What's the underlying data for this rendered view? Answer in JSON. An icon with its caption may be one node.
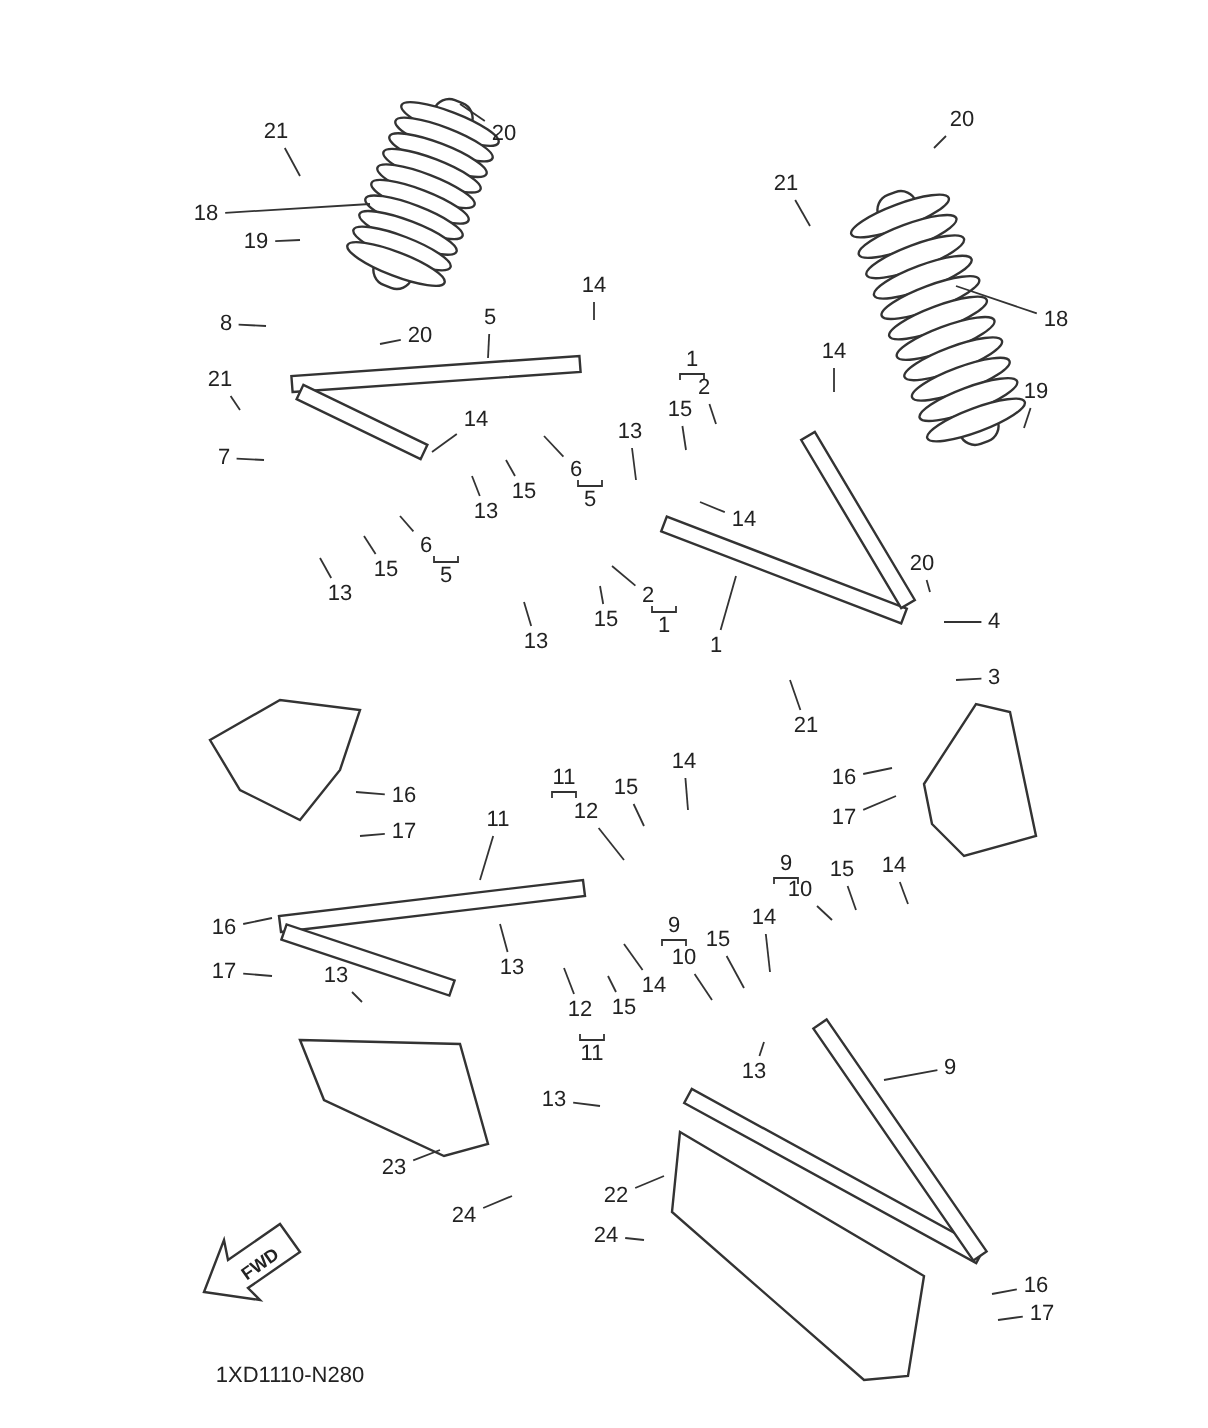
{
  "diagram": {
    "nodes": [
      {
        "text": [
          "21"
        ]
      },
      {
        "text": [
          "20"
        ]
      },
      {
        "text": [
          "18"
        ]
      },
      {
        "text": [
          "19"
        ]
      },
      {
        "text": [
          "8"
        ]
      },
      {
        "text": [
          "20"
        ]
      },
      {
        "text": [
          "5"
        ]
      },
      {
        "text": [
          "14"
        ]
      },
      {
        "text": [
          "21"
        ]
      },
      {
        "text": [
          "14"
        ]
      },
      {
        "text": [
          "7"
        ]
      },
      {
        "text": [
          "6"
        ]
      },
      {
        "text": [
          "13"
        ]
      },
      {
        "text": [
          "15"
        ]
      },
      {
        "text": [
          "6"
        ]
      },
      {
        "text": [
          "13"
        ]
      },
      {
        "text": [
          "15"
        ]
      },
      {
        "text": [
          "20"
        ]
      },
      {
        "text": [
          "21"
        ]
      },
      {
        "text": [
          "18"
        ]
      },
      {
        "text": [
          "19"
        ]
      },
      {
        "text": [
          "14"
        ]
      },
      {
        "text": [
          "2"
        ]
      },
      {
        "text": [
          "15"
        ]
      },
      {
        "text": [
          "13"
        ]
      },
      {
        "text": [
          "14"
        ]
      },
      {
        "text": [
          "2"
        ]
      },
      {
        "text": [
          "15"
        ]
      },
      {
        "text": [
          "13"
        ]
      },
      {
        "text": [
          "1"
        ]
      },
      {
        "text": [
          "20"
        ]
      },
      {
        "text": [
          "4"
        ]
      },
      {
        "text": [
          "3"
        ]
      },
      {
        "text": [
          "21"
        ]
      },
      {
        "text": [
          "16"
        ]
      },
      {
        "text": [
          "17"
        ]
      },
      {
        "text": [
          "16"
        ]
      },
      {
        "text": [
          "17"
        ]
      },
      {
        "text": [
          "12"
        ]
      },
      {
        "text": [
          "15"
        ]
      },
      {
        "text": [
          "14"
        ]
      },
      {
        "text": [
          "11"
        ]
      },
      {
        "text": [
          "16"
        ]
      },
      {
        "text": [
          "17"
        ]
      },
      {
        "text": [
          "13"
        ]
      },
      {
        "text": [
          "13"
        ]
      },
      {
        "text": [
          "12"
        ]
      },
      {
        "text": [
          "15"
        ]
      },
      {
        "text": [
          "14"
        ]
      },
      {
        "text": [
          "10"
        ]
      },
      {
        "text": [
          "15"
        ]
      },
      {
        "text": [
          "14"
        ]
      },
      {
        "text": [
          "10"
        ]
      },
      {
        "text": [
          "15"
        ]
      },
      {
        "text": [
          "14"
        ]
      },
      {
        "text": [
          "13"
        ]
      },
      {
        "text": [
          "9"
        ]
      },
      {
        "text": [
          "13"
        ]
      },
      {
        "text": [
          "22"
        ]
      },
      {
        "text": [
          "23"
        ]
      },
      {
        "text": [
          "24"
        ]
      },
      {
        "text": [
          "24"
        ]
      },
      {
        "text": [
          "16"
        ]
      },
      {
        "text": [
          "17"
        ]
      }
    ],
    "edges": [
      {
        "from": 0,
        "to": null,
        "arrow": "none"
      },
      {
        "from": 1,
        "to": null,
        "arrow": "none"
      },
      {
        "from": 2,
        "to": null,
        "arrow": "none"
      },
      {
        "from": 3,
        "to": null,
        "arrow": "none"
      },
      {
        "from": 4,
        "to": null,
        "arrow": "none"
      },
      {
        "from": 5,
        "to": null,
        "arrow": "none"
      },
      {
        "from": 6,
        "to": null,
        "arrow": "none"
      },
      {
        "from": 7,
        "to": null,
        "arrow": "none"
      },
      {
        "from": 8,
        "to": null,
        "arrow": "none"
      },
      {
        "from": 9,
        "to": null,
        "arrow": "none"
      },
      {
        "from": 10,
        "to": null,
        "arrow": "none"
      },
      {
        "from": 11,
        "to": null,
        "arrow": "none"
      },
      {
        "from": 12,
        "to": null,
        "arrow": "none"
      },
      {
        "from": 13,
        "to": null,
        "arrow": "none"
      },
      {
        "from": 14,
        "to": null,
        "arrow": "none"
      },
      {
        "from": 15,
        "to": null,
        "arrow": "none"
      },
      {
        "from": 16,
        "to": null,
        "arrow": "none"
      },
      {
        "from": 17,
        "to": null,
        "arrow": "none"
      },
      {
        "from": 18,
        "to": null,
        "arrow": "none"
      },
      {
        "from": 19,
        "to": null,
        "arrow": "none"
      },
      {
        "from": 20,
        "to": null,
        "arrow": "none"
      },
      {
        "from": 21,
        "to": null,
        "arrow": "none"
      },
      {
        "from": 22,
        "to": null,
        "arrow": "none"
      },
      {
        "from": 23,
        "to": null,
        "arrow": "none"
      },
      {
        "from": 24,
        "to": null,
        "arrow": "none"
      },
      {
        "from": 25,
        "to": null,
        "arrow": "none"
      },
      {
        "from": 26,
        "to": null,
        "arrow": "none"
      },
      {
        "from": 27,
        "to": null,
        "arrow": "none"
      },
      {
        "from": 28,
        "to": null,
        "arrow": "none"
      },
      {
        "from": 29,
        "to": null,
        "arrow": "none"
      },
      {
        "from": 30,
        "to": null,
        "arrow": "none"
      },
      {
        "from": 31,
        "to": null,
        "arrow": "none"
      },
      {
        "from": 32,
        "to": null,
        "arrow": "none"
      },
      {
        "from": 33,
        "to": null,
        "arrow": "none"
      },
      {
        "from": 34,
        "to": null,
        "arrow": "none"
      },
      {
        "from": 35,
        "to": null,
        "arrow": "none"
      },
      {
        "from": 36,
        "to": null,
        "arrow": "none"
      },
      {
        "from": 37,
        "to": null,
        "arrow": "none"
      },
      {
        "from": 38,
        "to": null,
        "arrow": "none"
      },
      {
        "from": 39,
        "to": null,
        "arrow": "none"
      },
      {
        "from": 40,
        "to": null,
        "arrow": "none"
      },
      {
        "from": 41,
        "to": null,
        "arrow": "none"
      },
      {
        "from": 42,
        "to": null,
        "arrow": "none"
      },
      {
        "from": 43,
        "to": null,
        "arrow": "none"
      },
      {
        "from": 44,
        "to": null,
        "arrow": "none"
      },
      {
        "from": 45,
        "to": null,
        "arrow": "none"
      },
      {
        "from": 46,
        "to": null,
        "arrow": "none"
      },
      {
        "from": 47,
        "to": null,
        "arrow": "none"
      },
      {
        "from": 48,
        "to": null,
        "arrow": "none"
      },
      {
        "from": 49,
        "to": null,
        "arrow": "none"
      },
      {
        "from": 50,
        "to": null,
        "arrow": "none"
      },
      {
        "from": 51,
        "to": null,
        "arrow": "none"
      },
      {
        "from": 52,
        "to": null,
        "arrow": "none"
      },
      {
        "from": 53,
        "to": null,
        "arrow": "none"
      },
      {
        "from": 54,
        "to": null,
        "arrow": "none"
      },
      {
        "from": 55,
        "to": null,
        "arrow": "none"
      },
      {
        "from": 56,
        "to": null,
        "arrow": "none"
      },
      {
        "from": 57,
        "to": null,
        "arrow": "none"
      },
      {
        "from": 58,
        "to": null,
        "arrow": "none"
      },
      {
        "from": 59,
        "to": null,
        "arrow": "none"
      },
      {
        "from": 60,
        "to": null,
        "arrow": "none"
      },
      {
        "from": 61,
        "to": null,
        "arrow": "none"
      },
      {
        "from": 62,
        "to": null,
        "arrow": "none"
      },
      {
        "from": 63,
        "to": null,
        "arrow": "none"
      }
    ],
    "labels": [
      "1",
      "5",
      "5",
      "1",
      "11",
      "9",
      "9",
      "11",
      "FWD",
      "1XD1110-N280"
    ]
  }
}
